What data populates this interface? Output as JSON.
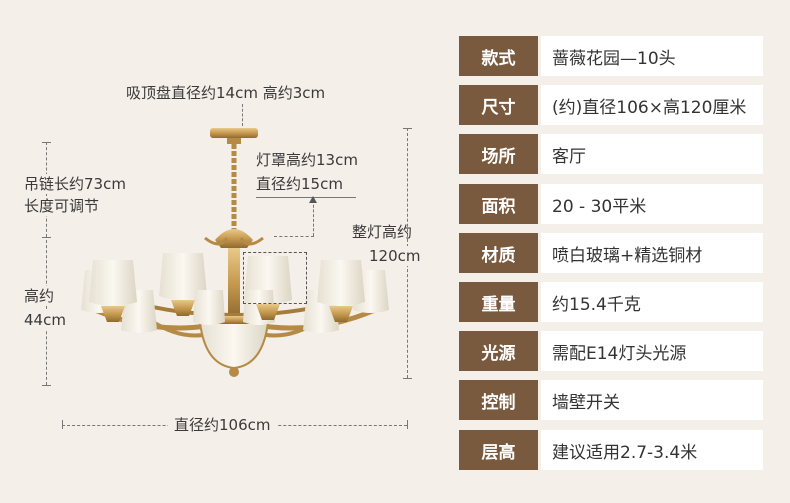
{
  "annotations": {
    "ceiling_plate": "吸顶盘直径约14cm 高约3cm",
    "shade_height": "灯罩高约13cm",
    "shade_diameter": "直径约15cm",
    "chain_length_1": "吊链长约73cm",
    "chain_length_2": "长度可调节",
    "total_height_1": "整灯高约",
    "total_height_2": "120cm",
    "body_height_1": "高约",
    "body_height_2": "44cm",
    "diameter": "直径约106cm"
  },
  "specs": [
    {
      "key": "款式",
      "value": "蔷薇花园—10头"
    },
    {
      "key": "尺寸",
      "value": "(约)直径106×高120厘米"
    },
    {
      "key": "场所",
      "value": "客厅"
    },
    {
      "key": "面积",
      "value": "20 - 30平米"
    },
    {
      "key": "材质",
      "value": "喷白玻璃+精选铜材"
    },
    {
      "key": "重量",
      "value": "约15.4千克"
    },
    {
      "key": "光源",
      "value": "需配E14灯头光源"
    },
    {
      "key": "控制",
      "value": "墙壁开关"
    },
    {
      "key": "层高",
      "value": "建议适用2.7-3.4米"
    }
  ],
  "colors": {
    "background": "#f5efe9",
    "label_bg": "#7a5a3e",
    "brass": "#c9a25a",
    "glass": "#f3efe6"
  }
}
